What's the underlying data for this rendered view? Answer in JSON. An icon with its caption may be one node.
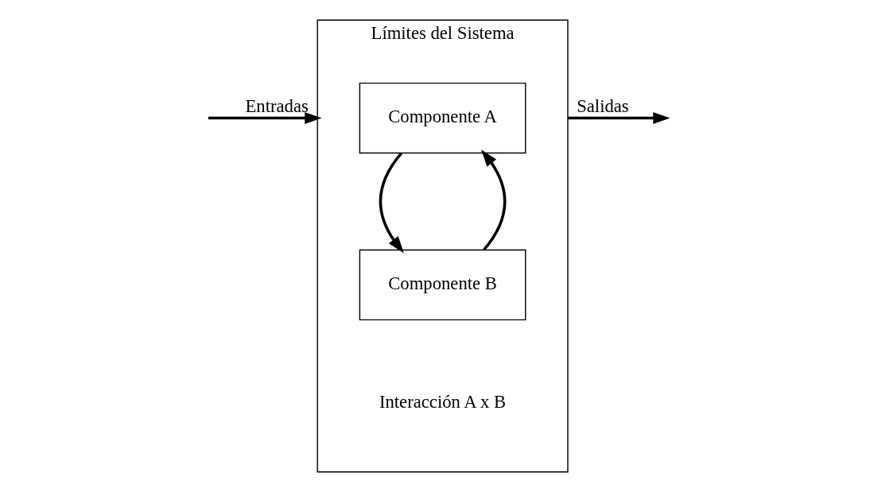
{
  "diagram": {
    "nodes": [
      {
        "text": [
          "Límites del Sistema"
        ]
      },
      {
        "text": [
          "Componente A"
        ],
        "in": 0
      },
      {
        "text": [
          "Componente B"
        ],
        "in": 0
      }
    ],
    "edges": [
      {
        "from": null,
        "to": 0,
        "arrow": "to",
        "label": "Entradas"
      },
      {
        "from": 2,
        "to": 1,
        "arrow": "to"
      },
      {
        "from": 1,
        "to": 2,
        "arrow": "to"
      },
      {
        "from": 0,
        "to": null,
        "arrow": "to",
        "label": "Salidas"
      }
    ],
    "labels": [
      "Interacción A x B"
    ]
  }
}
